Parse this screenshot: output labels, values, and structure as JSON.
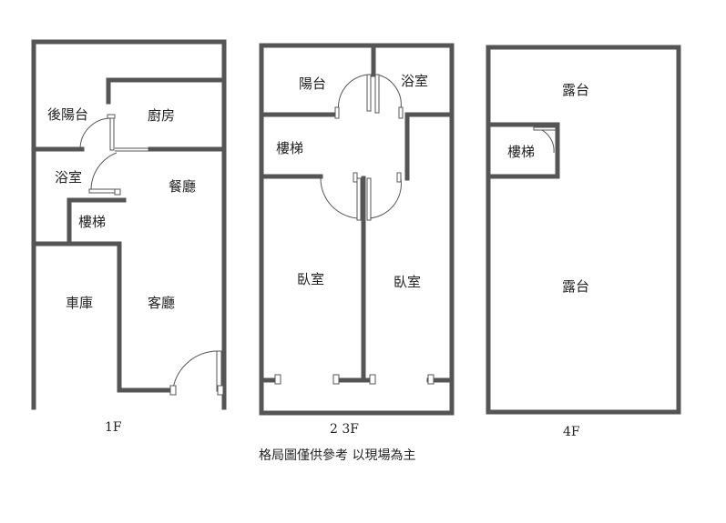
{
  "floors": {
    "f1": {
      "label": "1F",
      "rooms": {
        "rear_balcony": "後陽台",
        "kitchen": "廚房",
        "bathroom": "浴室",
        "dining": "餐廳",
        "stairs": "樓梯",
        "garage": "車庫",
        "living": "客廳"
      }
    },
    "f23": {
      "label": "2 3F",
      "rooms": {
        "balcony": "陽台",
        "bathroom": "浴室",
        "stairs": "樓梯",
        "bedroom_left": "臥室",
        "bedroom_right": "臥室"
      }
    },
    "f4": {
      "label": "4F",
      "rooms": {
        "terrace_top": "露台",
        "stairs": "樓梯",
        "terrace_main": "露台"
      }
    }
  },
  "note": "格局圖僅供參考 以現場為主"
}
